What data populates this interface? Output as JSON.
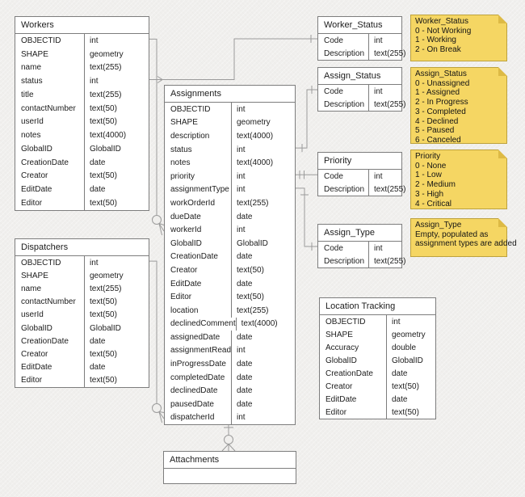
{
  "colors": {
    "background": "#f0efed",
    "table_fill": "#ffffff",
    "table_border": "#7d7d7d",
    "connector": "#9b9b9b",
    "note_fill": "#f5d663",
    "note_border": "#bda23e",
    "note_fold": "#ddba45",
    "text": "#1c1c1c"
  },
  "entities": {
    "workers": {
      "title": "Workers",
      "fields": [
        {
          "name": "OBJECTID",
          "type": "int"
        },
        {
          "name": "SHAPE",
          "type": "geometry"
        },
        {
          "name": "name",
          "type": "text(255)"
        },
        {
          "name": "status",
          "type": "int"
        },
        {
          "name": "title",
          "type": "text(255)"
        },
        {
          "name": "contactNumber",
          "type": "text(50)"
        },
        {
          "name": "userId",
          "type": "text(50)"
        },
        {
          "name": "notes",
          "type": "text(4000)"
        },
        {
          "name": "GlobalID",
          "type": "GlobalID"
        },
        {
          "name": "CreationDate",
          "type": "date"
        },
        {
          "name": "Creator",
          "type": "text(50)"
        },
        {
          "name": "EditDate",
          "type": "date"
        },
        {
          "name": "Editor",
          "type": "text(50)"
        }
      ]
    },
    "dispatchers": {
      "title": "Dispatchers",
      "fields": [
        {
          "name": "OBJECTID",
          "type": "int"
        },
        {
          "name": "SHAPE",
          "type": "geometry"
        },
        {
          "name": "name",
          "type": "text(255)"
        },
        {
          "name": "contactNumber",
          "type": "text(50)"
        },
        {
          "name": "userId",
          "type": "text(50)"
        },
        {
          "name": "GlobalID",
          "type": "GlobalID"
        },
        {
          "name": "CreationDate",
          "type": "date"
        },
        {
          "name": "Creator",
          "type": "text(50)"
        },
        {
          "name": "EditDate",
          "type": "date"
        },
        {
          "name": "Editor",
          "type": "text(50)"
        }
      ]
    },
    "assignments": {
      "title": "Assignments",
      "fields": [
        {
          "name": "OBJECTID",
          "type": "int"
        },
        {
          "name": "SHAPE",
          "type": "geometry"
        },
        {
          "name": "description",
          "type": "text(4000)"
        },
        {
          "name": "status",
          "type": "int"
        },
        {
          "name": "notes",
          "type": "text(4000)"
        },
        {
          "name": "priority",
          "type": "int"
        },
        {
          "name": "assignmentType",
          "type": "int"
        },
        {
          "name": "workOrderId",
          "type": "text(255)"
        },
        {
          "name": "dueDate",
          "type": "date"
        },
        {
          "name": "workerId",
          "type": "int"
        },
        {
          "name": "GlobalID",
          "type": "GlobalID"
        },
        {
          "name": "CreationDate",
          "type": "date"
        },
        {
          "name": "Creator",
          "type": "text(50)"
        },
        {
          "name": "EditDate",
          "type": "date"
        },
        {
          "name": "Editor",
          "type": "text(50)"
        },
        {
          "name": "location",
          "type": "text(255)"
        },
        {
          "name": "declinedComment",
          "type": "text(4000)"
        },
        {
          "name": "assignedDate",
          "type": "date"
        },
        {
          "name": "assignmentRead",
          "type": "int"
        },
        {
          "name": "inProgressDate",
          "type": "date"
        },
        {
          "name": "completedDate",
          "type": "date"
        },
        {
          "name": "declinedDate",
          "type": "date"
        },
        {
          "name": "pausedDate",
          "type": "date"
        },
        {
          "name": "dispatcherId",
          "type": "int"
        }
      ]
    },
    "worker_status": {
      "title": "Worker_Status",
      "fields": [
        {
          "name": "Code",
          "type": "int"
        },
        {
          "name": "Description",
          "type": "text(255)"
        }
      ]
    },
    "assign_status": {
      "title": "Assign_Status",
      "fields": [
        {
          "name": "Code",
          "type": "int"
        },
        {
          "name": "Description",
          "type": "text(255)"
        }
      ]
    },
    "priority": {
      "title": "Priority",
      "fields": [
        {
          "name": "Code",
          "type": "int"
        },
        {
          "name": "Description",
          "type": "text(255)"
        }
      ]
    },
    "assign_type": {
      "title": "Assign_Type",
      "fields": [
        {
          "name": "Code",
          "type": "int"
        },
        {
          "name": "Description",
          "type": "text(255)"
        }
      ]
    },
    "location_tracking": {
      "title": "Location Tracking",
      "fields": [
        {
          "name": "OBJECTID",
          "type": "int"
        },
        {
          "name": "SHAPE",
          "type": "geometry"
        },
        {
          "name": "Accuracy",
          "type": "double"
        },
        {
          "name": "GlobalID",
          "type": "GlobalID"
        },
        {
          "name": "CreationDate",
          "type": "date"
        },
        {
          "name": "Creator",
          "type": "text(50)"
        },
        {
          "name": "EditDate",
          "type": "date"
        },
        {
          "name": "Editor",
          "type": "text(50)"
        }
      ]
    },
    "attachments": {
      "title": "Attachments",
      "fields": []
    }
  },
  "notes": {
    "worker_status": {
      "title": "Worker_Status",
      "lines": [
        "0 - Not Working",
        "1 - Working",
        "2 - On Break"
      ]
    },
    "assign_status": {
      "title": "Assign_Status",
      "lines": [
        "0 - Unassigned",
        "1 - Assigned",
        "2 - In Progress",
        "3 - Completed",
        "4 - Declined",
        "5 - Paused",
        "6 - Canceled"
      ]
    },
    "priority": {
      "title": "Priority",
      "lines": [
        "0 - None",
        "1 - Low",
        "2 - Medium",
        "3 - High",
        "4 - Critical"
      ]
    },
    "assign_type": {
      "title": "Assign_Type",
      "lines": [
        "Empty, populated as",
        "assignment types are added"
      ]
    }
  }
}
